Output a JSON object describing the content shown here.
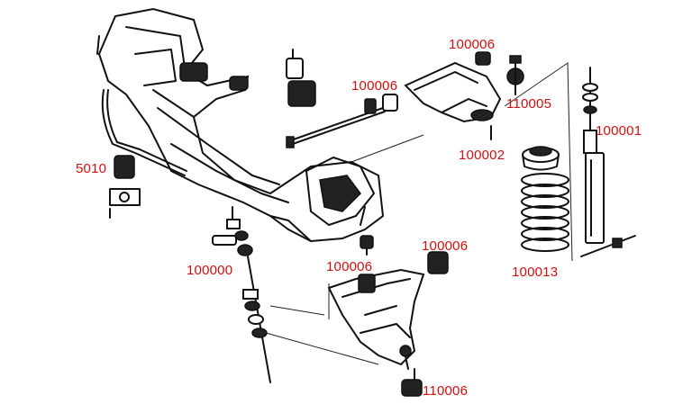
{
  "labels": {
    "upper_bushing": "100006",
    "upper_rod_bushing": "100006",
    "upper_ball_joint": "110005",
    "shock_absorber": "100001",
    "spring_seat": "100002",
    "stabilizer_bushing": "5010",
    "sway_link": "100000",
    "frame_bushing": "100006",
    "lower_bushing": "100006",
    "coil_spring": "100013",
    "lower_ball_joint": "110006"
  }
}
